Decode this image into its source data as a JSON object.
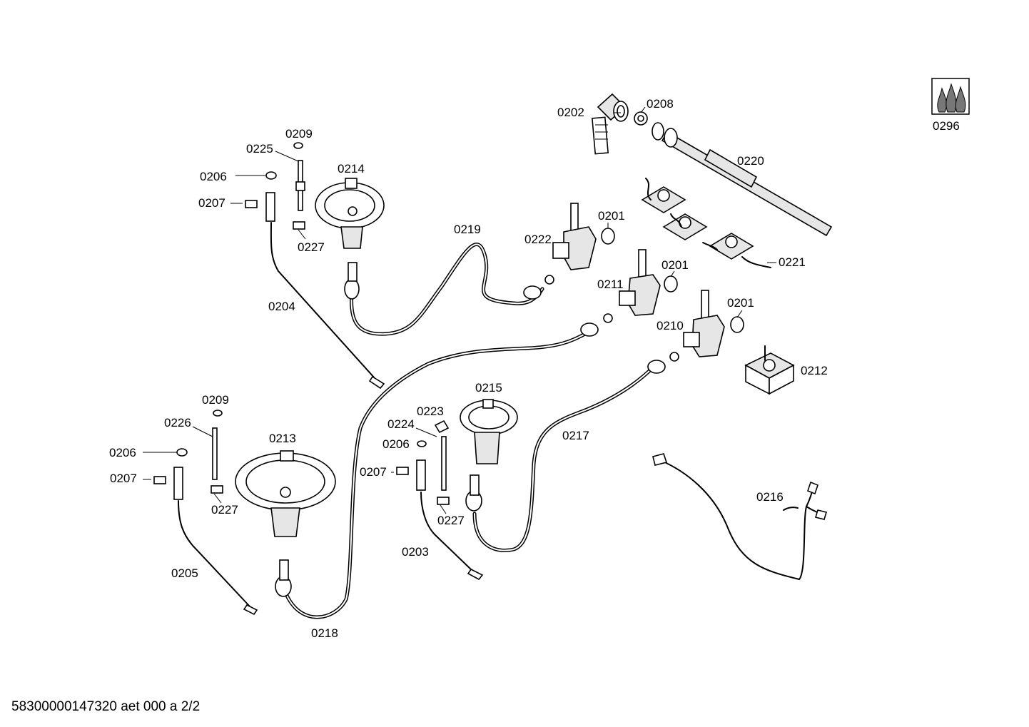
{
  "labels": {
    "l0202": "0202",
    "l0208": "0208",
    "l0296": "0296",
    "l0220": "0220",
    "l0209a": "0209",
    "l0225": "0225",
    "l0214": "0214",
    "l0206a": "0206",
    "l0207a": "0207",
    "l0227a": "0227",
    "l0219": "0219",
    "l0201a": "0201",
    "l0222": "0222",
    "l0221": "0221",
    "l0201b": "0201",
    "l0211": "0211",
    "l0204": "0204",
    "l0201c": "0201",
    "l0210": "0210",
    "l0212": "0212",
    "l0215": "0215",
    "l0209b": "0209",
    "l0223": "0223",
    "l0226": "0226",
    "l0224": "0224",
    "l0213": "0213",
    "l0217": "0217",
    "l0206b": "0206",
    "l0206c": "0206",
    "l0207b": "0207",
    "l0207c": "0207",
    "l0227b": "0227",
    "l0227c": "0227",
    "l0216": "0216",
    "l0203": "0203",
    "l0205": "0205",
    "l0218": "0218"
  },
  "footer": {
    "doc_code": "58300000147320 aet 000 a 2/2"
  }
}
